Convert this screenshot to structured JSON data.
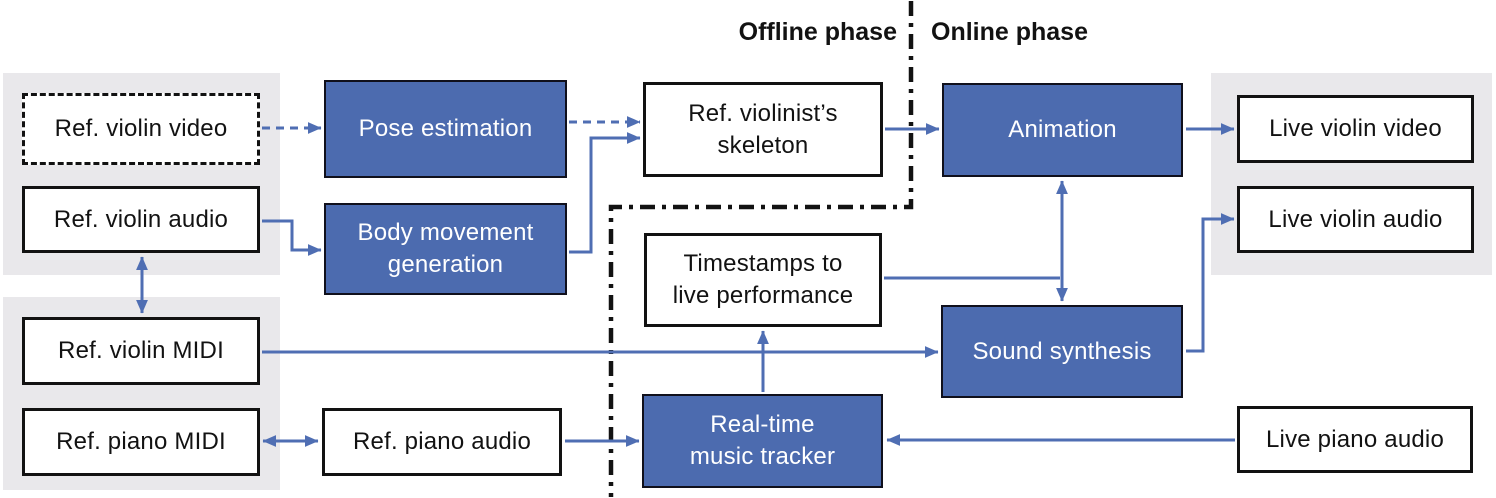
{
  "colors": {
    "box_blue": "#4C6BAF",
    "box_blue_border": "#10101C",
    "line_blue": "#4F6EB3",
    "panel_gray": "#E9E8EB",
    "ink": "#121212",
    "text_light": "#FFFFFF"
  },
  "phases": {
    "offline_label": "Offline phase",
    "online_label": "Online phase"
  },
  "nodes": {
    "ref_violin_video": {
      "label": "Ref. violin video"
    },
    "ref_violin_audio": {
      "label": "Ref. violin audio"
    },
    "ref_violin_midi": {
      "label": "Ref. violin MIDI"
    },
    "ref_piano_midi": {
      "label": "Ref. piano MIDI"
    },
    "ref_piano_audio": {
      "label": "Ref. piano audio"
    },
    "pose_estimation": {
      "label": "Pose estimation"
    },
    "body_movement_generation": {
      "label": "Body movement\ngeneration"
    },
    "ref_violinists_skeleton": {
      "label": "Ref. violinist’s\nskeleton"
    },
    "timestamps_to_live_performance": {
      "label": "Timestamps to\nlive performance"
    },
    "real_time_music_tracker": {
      "label": "Real-time\nmusic tracker"
    },
    "animation": {
      "label": "Animation"
    },
    "sound_synthesis": {
      "label": "Sound synthesis"
    },
    "live_violin_video": {
      "label": "Live violin video"
    },
    "live_violin_audio": {
      "label": "Live violin audio"
    },
    "live_piano_audio": {
      "label": "Live piano audio"
    }
  },
  "edges": [
    {
      "from": "ref_violin_video",
      "to": "pose_estimation",
      "style": "dashed",
      "arrow": "forward"
    },
    {
      "from": "ref_violin_audio",
      "to": "body_movement_generation",
      "style": "solid",
      "arrow": "forward"
    },
    {
      "from": "pose_estimation",
      "to": "ref_violinists_skeleton",
      "style": "dashed",
      "arrow": "forward"
    },
    {
      "from": "body_movement_generation",
      "to": "ref_violinists_skeleton",
      "style": "solid",
      "arrow": "forward"
    },
    {
      "from": "ref_violinists_skeleton",
      "to": "animation",
      "style": "solid",
      "arrow": "forward"
    },
    {
      "from": "animation",
      "to": "live_violin_video",
      "style": "solid",
      "arrow": "forward"
    },
    {
      "from": "animation",
      "to": "sound_synthesis",
      "style": "solid",
      "arrow": "both"
    },
    {
      "from": "timestamps_to_live_performance",
      "to": "animation-sound_synthesis junction",
      "style": "solid",
      "arrow": "none"
    },
    {
      "from": "real_time_music_tracker",
      "to": "timestamps_to_live_performance",
      "style": "solid",
      "arrow": "forward"
    },
    {
      "from": "ref_violin_midi",
      "to": "sound_synthesis",
      "style": "solid",
      "arrow": "forward"
    },
    {
      "from": "ref_violin_audio",
      "to": "ref_violin_midi",
      "style": "solid",
      "arrow": "both"
    },
    {
      "from": "ref_piano_midi",
      "to": "ref_piano_audio",
      "style": "solid",
      "arrow": "both"
    },
    {
      "from": "ref_piano_audio",
      "to": "real_time_music_tracker",
      "style": "solid",
      "arrow": "forward"
    },
    {
      "from": "live_piano_audio",
      "to": "real_time_music_tracker",
      "style": "solid",
      "arrow": "forward"
    },
    {
      "from": "sound_synthesis",
      "to": "live_violin_audio",
      "style": "solid",
      "arrow": "forward"
    }
  ]
}
